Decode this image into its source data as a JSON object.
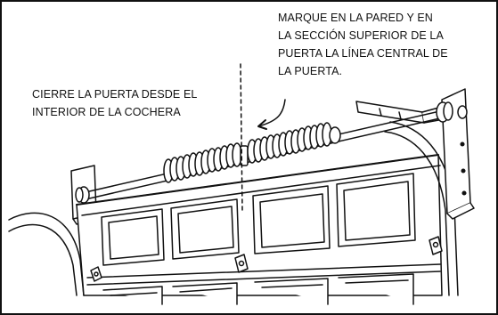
{
  "callouts": {
    "center_line": [
      "MARQUE EN LA PARED Y EN",
      "LA SECCIÓN SUPERIOR DE LA",
      "PUERTA LA LÍNEA CENTRAL DE",
      "LA PUERTA."
    ],
    "close_door": [
      "CIERRE LA PUERTA DESDE EL",
      "INTERIOR DE LA COCHERA"
    ]
  },
  "colors": {
    "ink": "#111111",
    "background": "#ffffff"
  }
}
